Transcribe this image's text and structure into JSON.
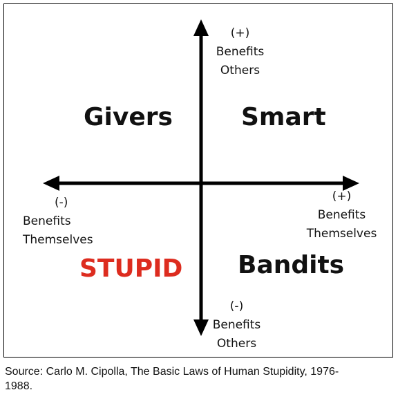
{
  "quadrants": {
    "top_left": "Givers",
    "top_right": "Smart",
    "bottom_left": "STUPID",
    "bottom_right": "Bandits"
  },
  "axis_labels": {
    "top": {
      "sign": "(+)",
      "line1": "Benefits",
      "line2": "Others"
    },
    "bottom": {
      "sign": "(-)",
      "line1": "Benefits",
      "line2": "Others"
    },
    "left": {
      "sign": "(-)",
      "line1": "Benefits",
      "line2": "Themselves"
    },
    "right": {
      "sign": "(+)",
      "line1": "Benefits",
      "line2": "Themselves"
    }
  },
  "colors": {
    "stupid": "#dd2c1f",
    "axis": "#000000"
  },
  "source": "Source: Carlo M. Cipolla, The Basic Laws of Human Stupidity, 1976-1988."
}
